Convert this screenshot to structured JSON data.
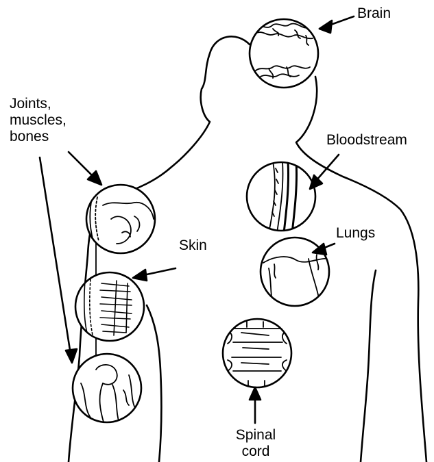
{
  "labels": {
    "brain": "Brain",
    "joints": [
      "Joints,",
      "muscles,",
      "bones"
    ],
    "bloodstream": "Bloodstream",
    "lungs": "Lungs",
    "skin": "Skin",
    "spinal": [
      "Spinal",
      "cord"
    ]
  },
  "colors": {
    "ink": "#000000",
    "paper": "#ffffff"
  }
}
